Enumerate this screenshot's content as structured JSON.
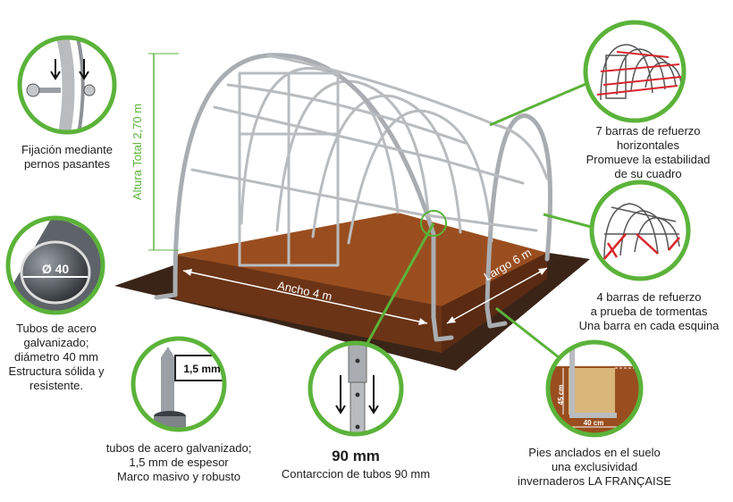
{
  "dimensions": {
    "height_label": "Altura Total 2,70 m",
    "width_label": "Ancho 4 m",
    "length_label": "Largo 6 m"
  },
  "callouts": {
    "bolts": [
      "Fijación mediante",
      "pernos pasantes"
    ],
    "tubes": [
      "Tubos de acero",
      "galvanizado;",
      "diámetro 40 mm",
      "Estructura sólida y",
      "resistente."
    ],
    "thickness": [
      "tubos de acero galvanizado;",
      "1,5 mm de espesor",
      "Marco masivo y robusto"
    ],
    "contraction_title": "90 mm",
    "contraction_text": "Contarccion de tubos 90 mm",
    "feet": [
      "Pies anclados en el suelo",
      "una exclusividad",
      "invernaderos LA FRANÇAISE"
    ],
    "horizontal_bars": [
      "7 barras de refuerzo",
      "horizontales",
      "Promueve la estabilidad",
      "de su cuadro"
    ],
    "storm_bars": [
      "4 barras de refuerzo",
      "a prueba de tormentas",
      "Una barra en cada esquina"
    ]
  },
  "badges": {
    "diameter": "Ø 40",
    "thickness": "1,5 mm",
    "foot_depth": "45 cm",
    "foot_width": "40 cm"
  },
  "colors": {
    "accent_green": "#5bb33a",
    "soil": "#9a4e1f",
    "soil_dark": "#5a2a12",
    "ground": "#3a2418",
    "tube": "#b9bcbf",
    "reinforcement_red": "#d8262b"
  }
}
